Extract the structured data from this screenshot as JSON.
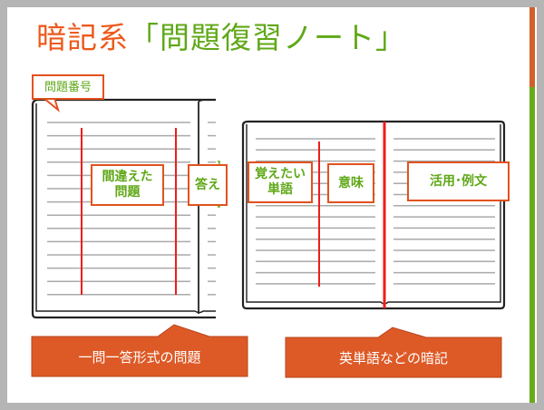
{
  "title": {
    "prefix": "暗記系",
    "main": "「問題復習ノート」"
  },
  "left_notebook": {
    "callout": "問題番号",
    "question_box": "間違えた\n問題",
    "answer_box": "答え",
    "caption": "一問一答形式の問題"
  },
  "right_notebook": {
    "word_box": "覚えたい\n単語",
    "meaning_box": "意味",
    "usage_box": "活用･例文",
    "caption": "英単語などの暗記"
  },
  "colors": {
    "orange": "#e2521e",
    "green": "#5fa817",
    "caption_bg": "#dd5a27",
    "red_line": "#ee1c1c"
  }
}
